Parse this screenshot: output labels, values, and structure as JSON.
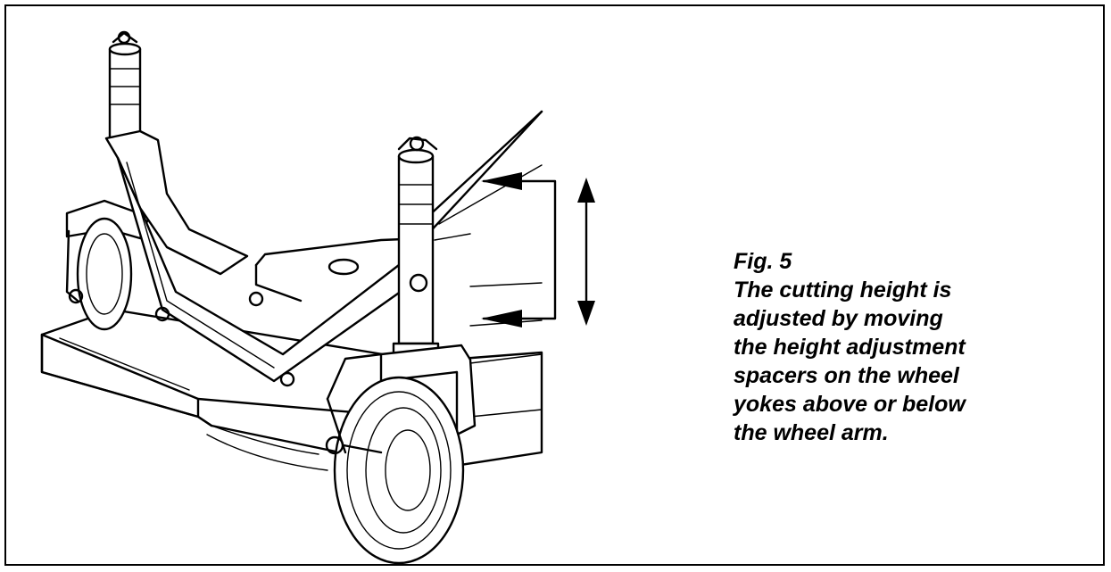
{
  "figure": {
    "label": "Fig. 5",
    "caption_lines": [
      "The cutting height is",
      "adjusted by moving",
      "the height adjustment",
      "spacers on the wheel",
      "yokes above or below",
      "the wheel arm."
    ]
  }
}
